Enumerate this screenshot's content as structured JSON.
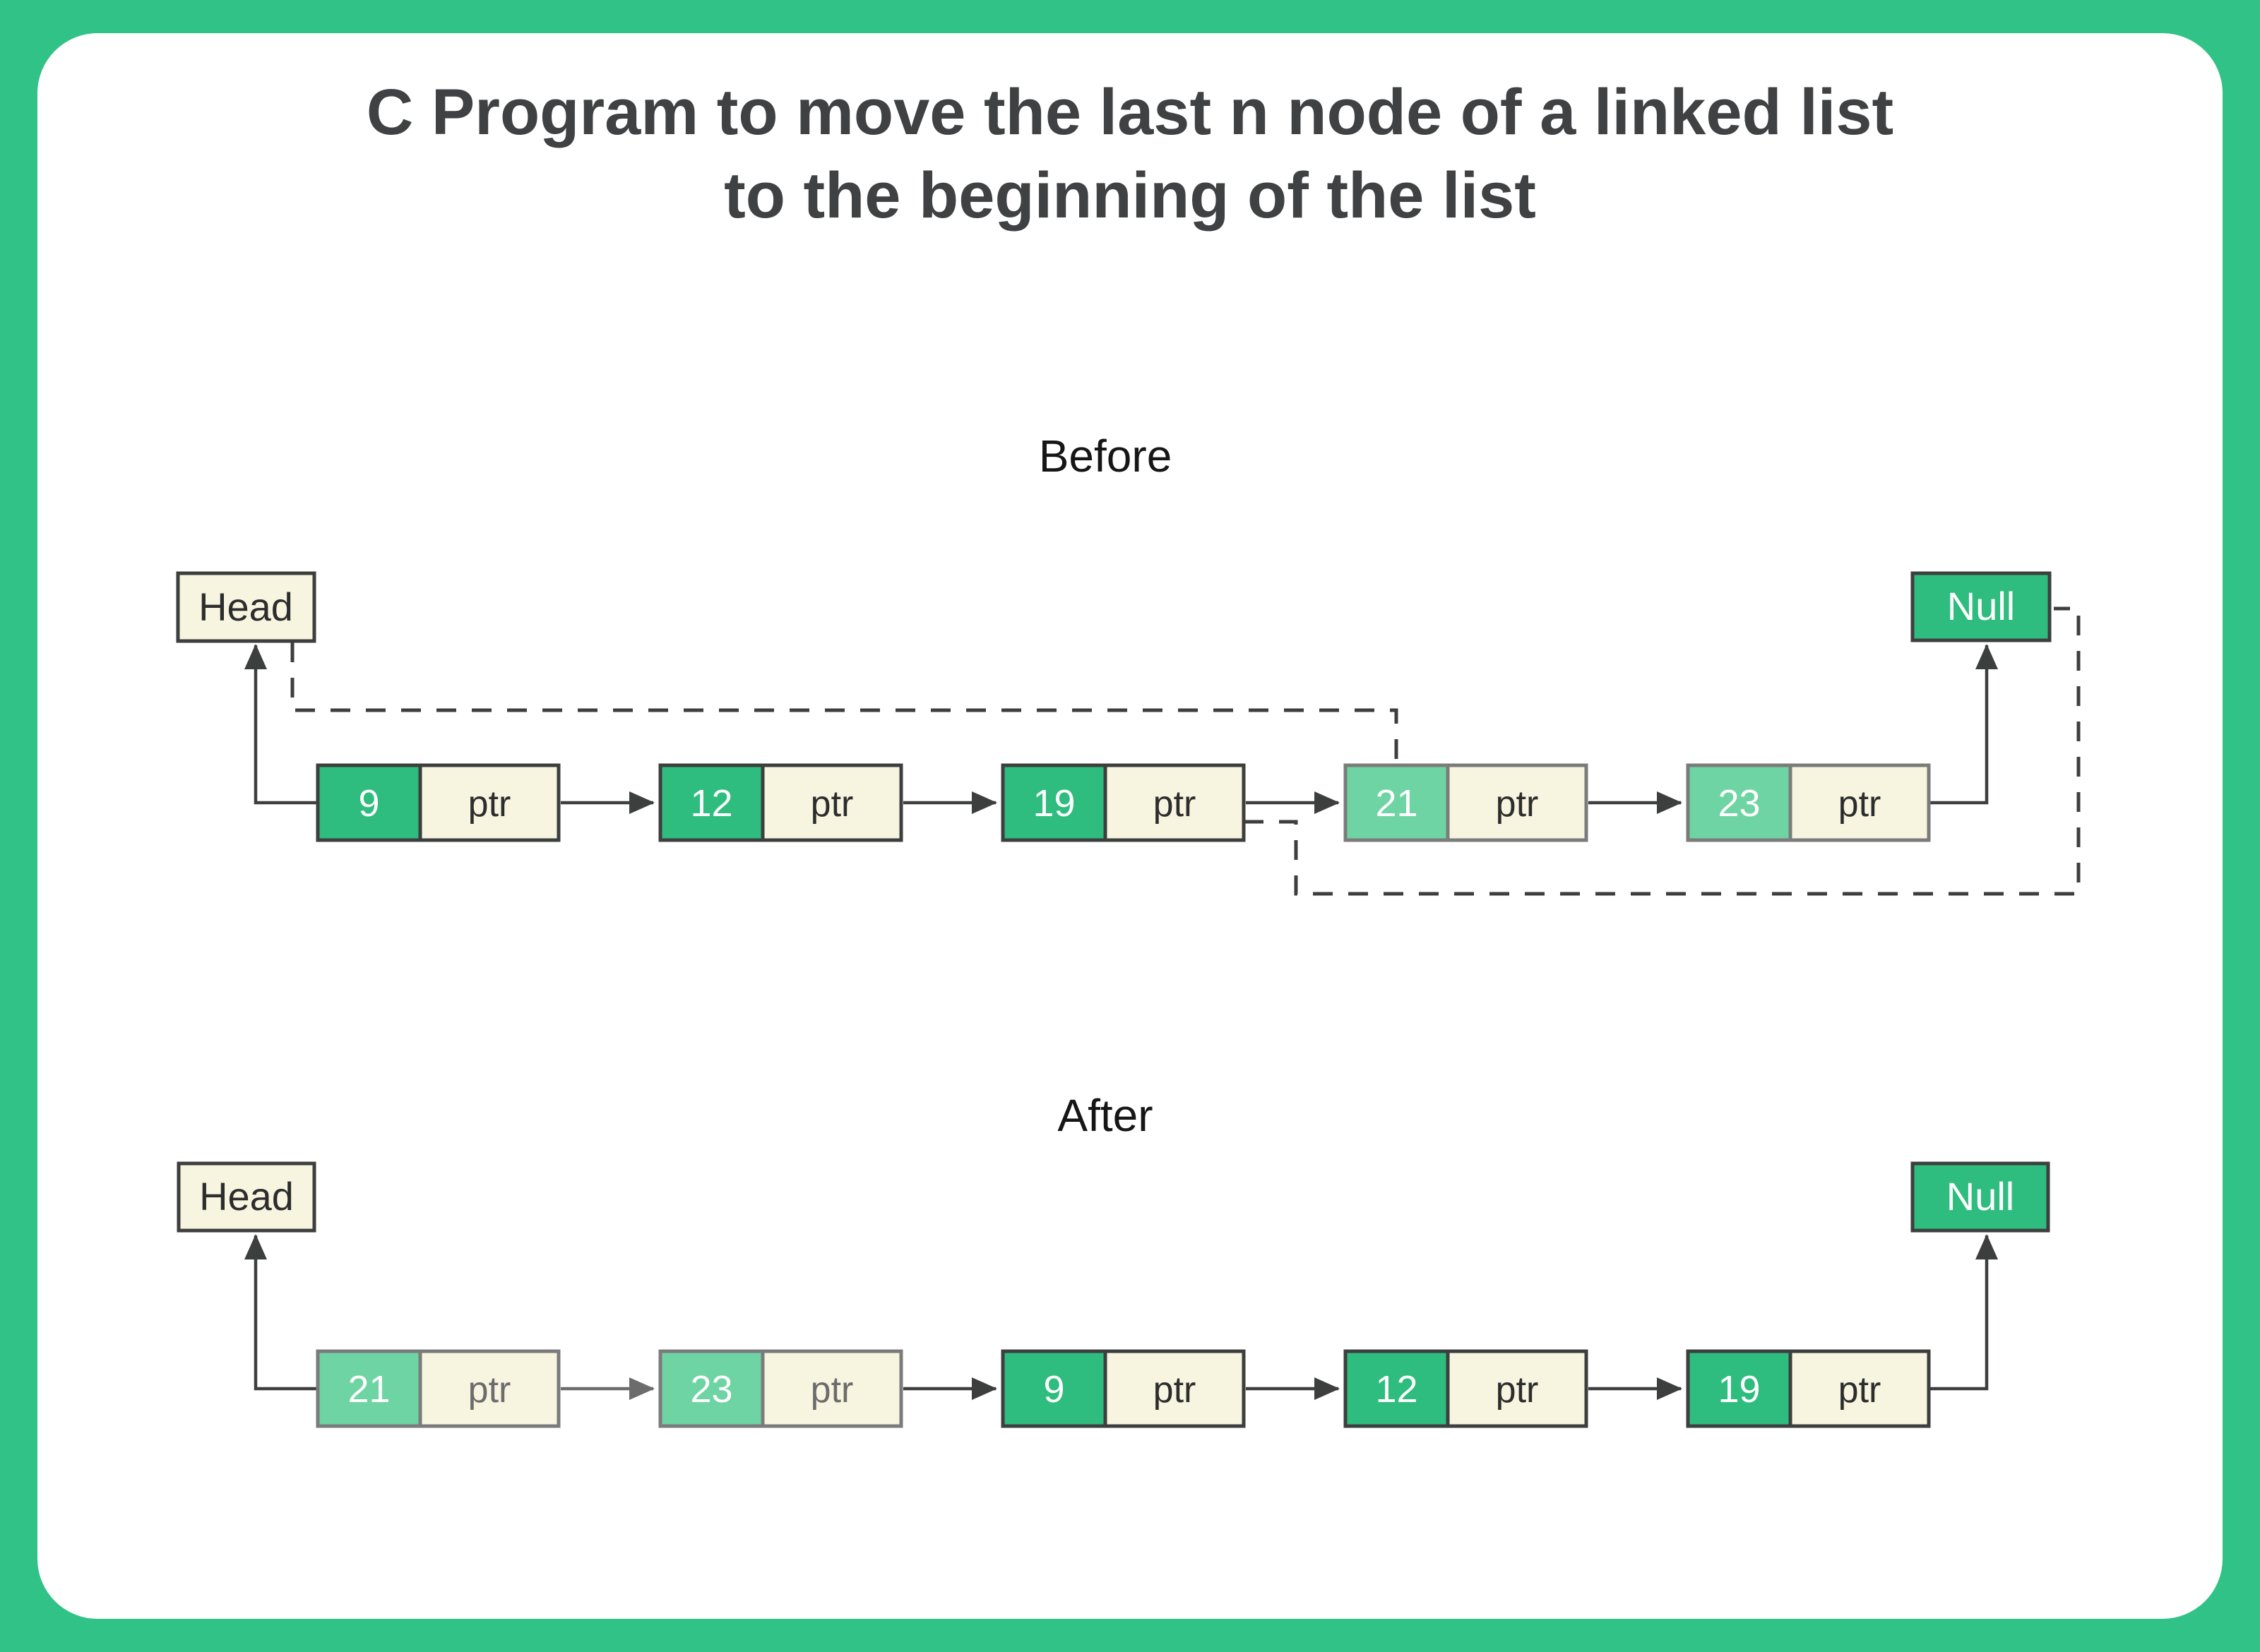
{
  "title": {
    "line1": "C Program to move the last n node of a linked list",
    "line2": "to the beginning of the list"
  },
  "labels": {
    "head": "Head",
    "null_box": "Null",
    "ptr": "ptr"
  },
  "colors": {
    "background": "#31c287",
    "card": "#ffffff",
    "node_green_dark": "#2ebd7e",
    "node_green_light": "#6fd4a3",
    "cell_cream": "#f7f5e0",
    "stroke_dark": "#3d3e3e",
    "stroke_gray": "#7b7b7b",
    "text_dark": "#2d2d2d",
    "text_gray": "#6c6c6c",
    "title_color": "#3f4142"
  },
  "sections": [
    {
      "label": "Before",
      "nodes": [
        {
          "value": "9",
          "fill": "dark",
          "stroke": "dark",
          "ptr_tone": "dark"
        },
        {
          "value": "12",
          "fill": "dark",
          "stroke": "dark",
          "ptr_tone": "dark"
        },
        {
          "value": "19",
          "fill": "dark",
          "stroke": "dark",
          "ptr_tone": "dark"
        },
        {
          "value": "21",
          "fill": "light",
          "stroke": "gray",
          "ptr_tone": "dark"
        },
        {
          "value": "23",
          "fill": "light",
          "stroke": "gray",
          "ptr_tone": "dark"
        }
      ],
      "link_arrow_tones": [
        "dark",
        "dark",
        "dark",
        "dark"
      ],
      "dashed_connections": [
        {
          "from": "Head",
          "to": "node 21"
        },
        {
          "from": "node 19 ptr",
          "to": "Null"
        }
      ]
    },
    {
      "label": "After",
      "nodes": [
        {
          "value": "21",
          "fill": "light",
          "stroke": "gray",
          "ptr_tone": "gray"
        },
        {
          "value": "23",
          "fill": "light",
          "stroke": "gray",
          "ptr_tone": "gray"
        },
        {
          "value": "9",
          "fill": "dark",
          "stroke": "dark",
          "ptr_tone": "dark"
        },
        {
          "value": "12",
          "fill": "dark",
          "stroke": "dark",
          "ptr_tone": "dark"
        },
        {
          "value": "19",
          "fill": "dark",
          "stroke": "dark",
          "ptr_tone": "dark"
        }
      ],
      "link_arrow_tones": [
        "gray",
        "dark",
        "dark",
        "dark"
      ],
      "dashed_connections": []
    }
  ]
}
